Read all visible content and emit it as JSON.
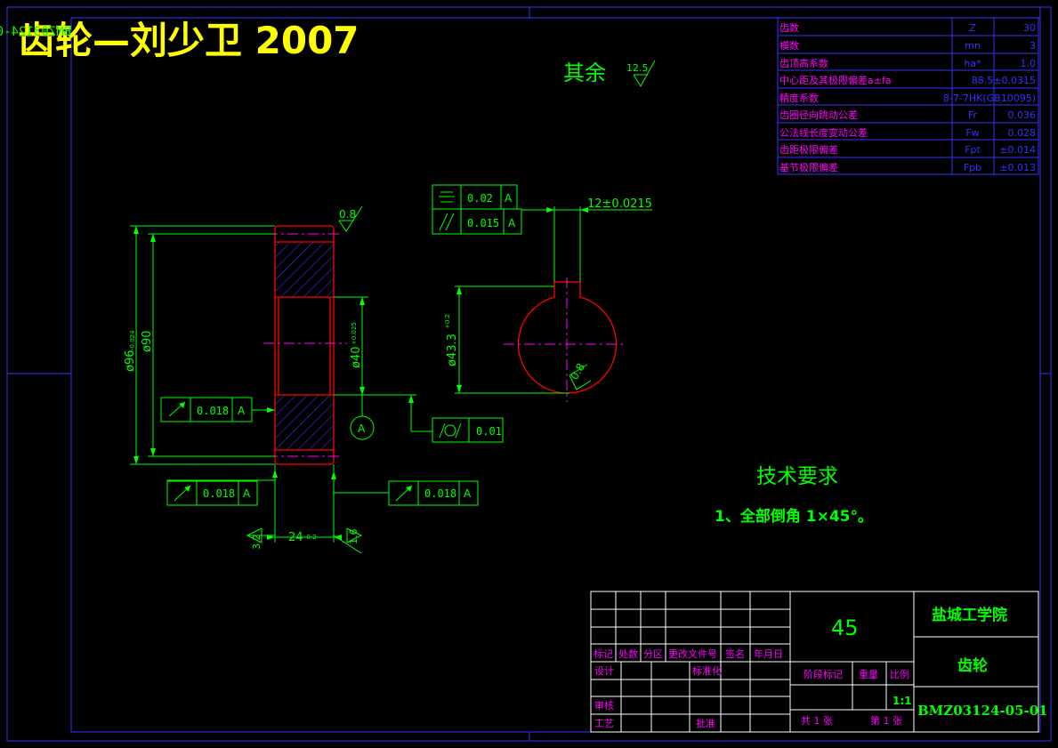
{
  "header": {
    "title": "齿轮—刘少卫 2007",
    "mirrored_code": "BMZ03124-05-01"
  },
  "surface_finish_default": {
    "label": "其余",
    "value": "12.5"
  },
  "params_table": {
    "rows": [
      {
        "name": "齿数",
        "symbol": "Z",
        "value": "30"
      },
      {
        "name": "模数",
        "symbol": "mn",
        "value": "3"
      },
      {
        "name": "齿顶高系数",
        "symbol": "ha*",
        "value": "1.0"
      },
      {
        "name": "中心距及其极限偏差a±fa",
        "symbol": "",
        "value": "88.5±0.0315"
      },
      {
        "name": "精度系数",
        "symbol": "",
        "value": "8-7-7HK(GB10095)"
      },
      {
        "name": "齿圈径向跳动公差",
        "symbol": "Fr",
        "value": "0.036"
      },
      {
        "name": "公法线长度变动公差",
        "symbol": "Fw",
        "value": "0.028"
      },
      {
        "name": "齿距极限偏差",
        "symbol": "Fpt",
        "value": "±0.014"
      },
      {
        "name": "基节极限偏差",
        "symbol": "Fpb",
        "value": "±0.013"
      }
    ]
  },
  "drawing": {
    "roughness_top": "0.8",
    "roughness_keyway": "0.8",
    "roughness_left_face": "3.2",
    "roughness_right_face": "1.6",
    "dim_outer": "ø96",
    "dim_outer_tol": "-0.024",
    "dim_root": "ø90",
    "dim_bore": "ø40",
    "dim_bore_tol": "+0.025",
    "dim_keyway_depth": "ø43.3",
    "dim_keyway_depth_tol": "+0.2",
    "dim_width": "24",
    "dim_width_tol": "-0.2",
    "dim_key_width": "12±0.0215",
    "datum": "A",
    "fcf_symmetry": {
      "value": "0.02",
      "datum": "A"
    },
    "fcf_parallel": {
      "value": "0.015",
      "datum": "A"
    },
    "fcf_runout_left": {
      "value": "0.018",
      "datum": "A"
    },
    "fcf_cylindricity": {
      "value": "0.01"
    },
    "fcf_runout_bottom_left": {
      "value": "0.018",
      "datum": "A"
    },
    "fcf_runout_bottom_right": {
      "value": "0.018",
      "datum": "A"
    }
  },
  "tech_requirements": {
    "title": "技术要求",
    "item1": "1、全部倒角 1×45°。"
  },
  "title_block": {
    "material": "45",
    "school": "盐城工学院",
    "part_name": "齿轮",
    "drawing_no": "BMZ03124-05-01",
    "scale": "1:1",
    "labels": {
      "mark": "标记",
      "count": "处数",
      "zone": "分区",
      "change_doc": "更改文件号",
      "signature": "签名",
      "date": "年月日",
      "design": "设计",
      "standardize": "标准化",
      "review": "审核",
      "process": "工艺",
      "approve": "批准",
      "stage_mark": "阶段标记",
      "weight": "重量",
      "ratio": "比例",
      "total_sheets": "共 1 张",
      "sheet_no": "第 1 张"
    }
  },
  "colors": {
    "background": "#000000",
    "frame": "#3333ff",
    "geometry": "#ff0000",
    "dimension": "#00ff00",
    "centerline": "#ff00ff",
    "hatch": "#3333ff",
    "title_text": "#ffff00"
  }
}
